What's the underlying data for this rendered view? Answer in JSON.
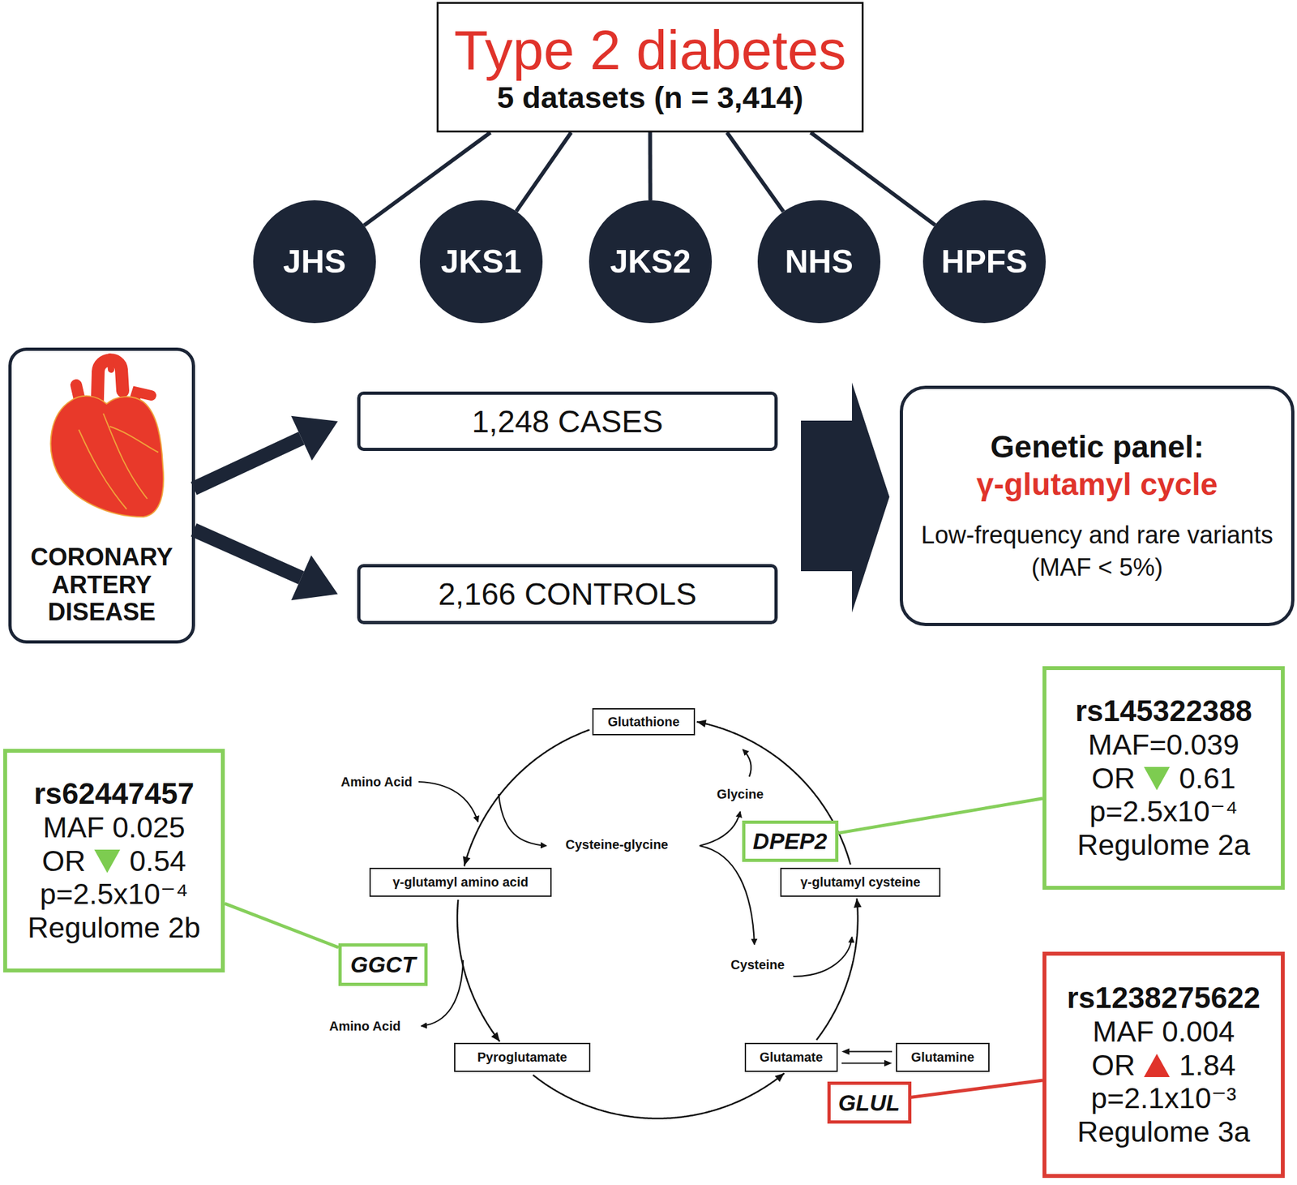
{
  "diagram": {
    "nodes": [
      {
        "text": [
          "Type 2 diabetes",
          "5 datasets (n = 3,414)"
        ]
      },
      {
        "text": [
          "JHS"
        ]
      },
      {
        "text": [
          "JKS1"
        ]
      },
      {
        "text": [
          "JKS2"
        ]
      },
      {
        "text": [
          "NHS"
        ]
      },
      {
        "text": [
          "HPFS"
        ]
      },
      {
        "text": [
          "CORONARY ARTERY DISEASE"
        ]
      },
      {
        "text": [
          "1,248 CASES"
        ]
      },
      {
        "text": [
          "2,166 CONTROLS"
        ]
      },
      {
        "text": [
          "Genetic panel:",
          "γ-glutamyl cycle",
          "Low-frequency and rare variants (MAF < 5%)"
        ]
      },
      {
        "text": [
          "rs145322388",
          "MAF=0.039",
          "OR",
          "0.61",
          "p=2.5x10⁻⁴",
          "Regulome 2a"
        ]
      },
      {
        "text": [
          "Glutathione"
        ]
      },
      {
        "text": [
          "rs62447457",
          "MAF 0.025",
          "OR",
          "0.54",
          "p=2.5x10⁻⁴",
          "Regulome 2b"
        ]
      },
      {
        "text": [
          "DPEP2"
        ]
      },
      {
        "text": [
          "γ-glutamyl amino acid"
        ]
      },
      {
        "text": [
          "γ-glutamyl cysteine"
        ]
      },
      {
        "text": [
          "GGCT"
        ]
      },
      {
        "text": [
          "rs1238275622",
          "MAF 0.004",
          "OR",
          "1.84",
          "p=2.1x10⁻³",
          "Regulome 3a"
        ]
      },
      {
        "text": [
          "Pyroglutamate"
        ]
      },
      {
        "text": [
          "Glutamate"
        ]
      },
      {
        "text": [
          "Glutamine"
        ]
      },
      {
        "text": [
          "GLUL"
        ]
      }
    ],
    "edges": [
      {
        "from": 0,
        "to": 1,
        "arrow": "none"
      },
      {
        "from": 0,
        "to": 2,
        "arrow": "none"
      },
      {
        "from": 0,
        "to": 3,
        "arrow": "none"
      },
      {
        "from": 0,
        "to": 4,
        "arrow": "none"
      },
      {
        "from": 0,
        "to": 5,
        "arrow": "none"
      },
      {
        "from": 6,
        "to": 7,
        "arrow": "to"
      },
      {
        "from": 6,
        "to": 8,
        "arrow": "to"
      },
      {
        "from": 11,
        "to": 14,
        "arrow": "to"
      },
      {
        "from": 14,
        "to": 18,
        "arrow": "to"
      },
      {
        "from": 18,
        "to": 19,
        "arrow": "to"
      },
      {
        "from": 19,
        "to": 15,
        "arrow": "to"
      },
      {
        "from": 15,
        "to": 11,
        "arrow": "to"
      },
      {
        "from": 19,
        "to": 20,
        "arrow": "to"
      },
      {
        "from": 20,
        "to": 19,
        "arrow": "to"
      },
      {
        "from": 16,
        "to": 12,
        "arrow": "none"
      },
      {
        "from": 13,
        "to": 10,
        "arrow": "none"
      },
      {
        "from": 21,
        "to": 17,
        "arrow": "none"
      }
    ],
    "labels": [
      "Amino Acid",
      "Cysteine-glycine",
      "Glycine",
      "Cysteine",
      "Amino Acid"
    ]
  }
}
